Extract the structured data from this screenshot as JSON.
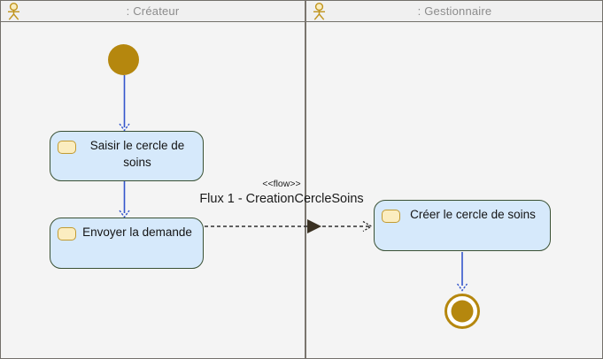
{
  "lanes": [
    {
      "title": ": Créateur"
    },
    {
      "title": ": Gestionnaire"
    }
  ],
  "activities": [
    {
      "label": "Saisir le cercle de soins"
    },
    {
      "label": "Envoyer la demande"
    },
    {
      "label": "Créer le cercle de soins"
    }
  ],
  "flow": {
    "stereotype": "<<flow>>",
    "name": "Flux 1 - CreationCercleSoins"
  },
  "colors": {
    "canvas_bg": "#f4f4f4",
    "header_bg": "#f0f0f0",
    "frame_border": "#73706b",
    "header_text": "#8c8c8c",
    "activity_fill": "#d6e9fb",
    "activity_border": "#3a5134",
    "action_icon_fill": "#fbedc0",
    "action_icon_border": "#c29b31",
    "node_gold": "#b5870e",
    "edge_blue": "#3355cc",
    "edge_black": "#2e2e2e",
    "triangle_dark": "#3a3123"
  }
}
